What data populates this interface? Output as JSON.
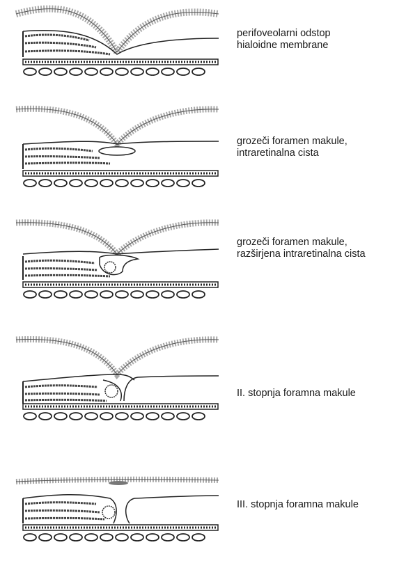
{
  "stages": [
    {
      "caption": "perifoveolarni odstop\nhialoidne membrane"
    },
    {
      "caption": "grozeči foramen makule,\nintraretinalna cista"
    },
    {
      "caption": "grozeči foramen makule,\nrazširjena intraretinalna cista"
    },
    {
      "caption": "II. stopnja foramna makule"
    },
    {
      "caption": "III. stopnja foramna makule"
    }
  ]
}
